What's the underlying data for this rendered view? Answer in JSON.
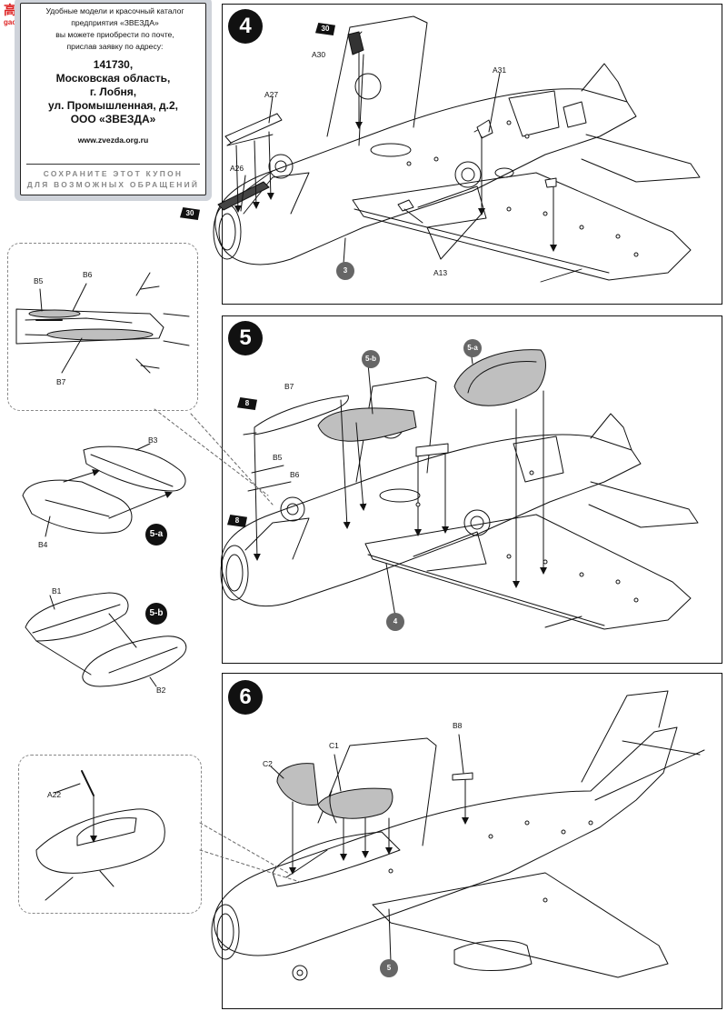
{
  "coupon": {
    "intro_lines": [
      "Удобные модели и красочный каталог",
      "предприятия «ЗВЕЗДА»",
      "вы можете приобрести по почте,",
      "прислав заявку по адресу:"
    ],
    "address_lines": [
      "141730,",
      "Московская область,",
      "г. Лобня,",
      "ул. Промышленная, д.2,",
      "ООО «ЗВЕЗДА»"
    ],
    "website": "www.zvezda.org.ru",
    "save_lines": [
      "СОХРАНИТЕ ЭТОТ КУПОН",
      "ДЛЯ ВОЗМОЖНЫХ ОБРАЩЕНИЙ"
    ]
  },
  "watermark": {
    "title": "高手网",
    "url": "gao.shou.com"
  },
  "step4": {
    "number": "4",
    "labels": {
      "a30": "A30",
      "a27": "A27",
      "a26": "A26",
      "a31": "A31",
      "a13": "A13"
    },
    "decals": {
      "top": "30",
      "left": "30"
    },
    "sub_ref": "3"
  },
  "step5": {
    "number": "5",
    "labels": {
      "b7": "B7",
      "b5": "B5",
      "b6": "B6"
    },
    "decals": {
      "top": "8",
      "bottom": "8"
    },
    "sub_ref": "4",
    "sub_a": "5-a",
    "sub_b": "5-b"
  },
  "step6": {
    "number": "6",
    "labels": {
      "c2": "C2",
      "c1": "C1",
      "b8": "B8"
    },
    "sub_ref": "5"
  },
  "detail_b": {
    "labels": {
      "b5": "B5",
      "b6": "B6",
      "b7": "B7"
    }
  },
  "sub5a": {
    "labels": {
      "b3": "B3",
      "b4": "B4"
    },
    "badge": "5-a"
  },
  "sub5b": {
    "labels": {
      "b1": "B1",
      "b2": "B2"
    },
    "badge": "5-b"
  },
  "detail_a22": {
    "labels": {
      "a22": "A22"
    }
  },
  "colors": {
    "line": "#111111",
    "canopy_fill": "#bfbfbf",
    "border": "#cfd3da"
  }
}
